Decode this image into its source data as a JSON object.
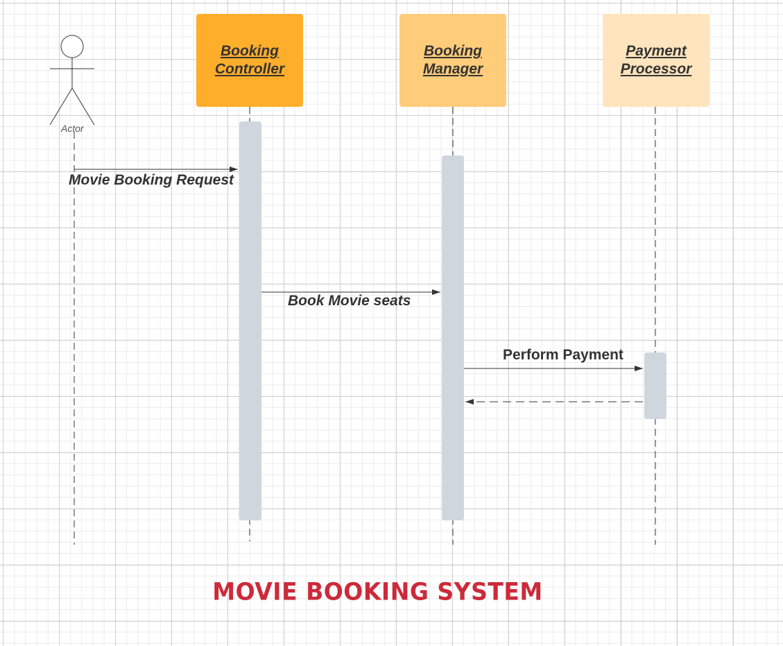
{
  "actor": {
    "label": "Actor"
  },
  "participants": [
    {
      "id": "controller",
      "name": "Booking Controller",
      "color": "#ffae2b"
    },
    {
      "id": "manager",
      "name": "Booking Manager",
      "color": "#ffcc7a"
    },
    {
      "id": "processor",
      "name": "Payment Processor",
      "color": "#ffe4bd"
    }
  ],
  "messages": [
    {
      "from": "actor",
      "to": "controller",
      "label": "Movie Booking Request",
      "style": "solid"
    },
    {
      "from": "controller",
      "to": "manager",
      "label": "Book Movie seats",
      "style": "solid"
    },
    {
      "from": "manager",
      "to": "processor",
      "label": "Perform Payment",
      "style": "solid"
    },
    {
      "from": "processor",
      "to": "manager",
      "label": "",
      "style": "dashed"
    }
  ],
  "title": "MOVIE BOOKING SYSTEM",
  "colors": {
    "activation": "#cfd6de",
    "title": "#cc2a3a",
    "text": "#333333"
  }
}
